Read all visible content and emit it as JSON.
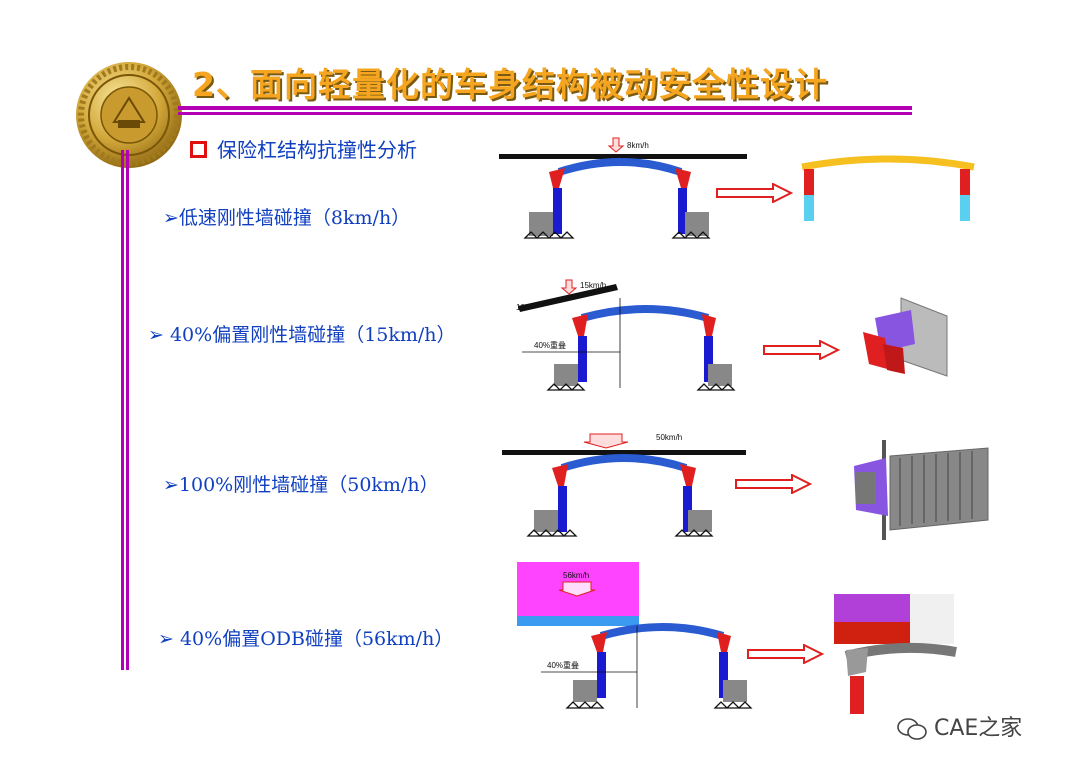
{
  "title": "2、面向轻量化的车身结构被动安全性设计",
  "subtitle": "保险杠结构抗撞性分析",
  "items": [
    {
      "label": "➢低速刚性墙碰撞（8km/h）",
      "speed": "8km/h"
    },
    {
      "label": "➢  40%偏置刚性墙碰撞（15km/h）",
      "speed": "15km/h",
      "angle": "10°",
      "overlap": "40%重叠"
    },
    {
      "label": "➢100%刚性墙碰撞（50km/h）",
      "speed": "50km/h"
    },
    {
      "label": "➢ 40%偏置ODB碰撞（56km/h）",
      "speed": "56km/h",
      "overlap": "40%重叠"
    }
  ],
  "watermark": "CAE之家",
  "colors": {
    "title": "#f5a51f",
    "rule": "#b400b4",
    "text": "#1040c0",
    "bumper": "#2a5bd0",
    "crash_box": "#e02020",
    "rail": "#1a1ad0"
  }
}
